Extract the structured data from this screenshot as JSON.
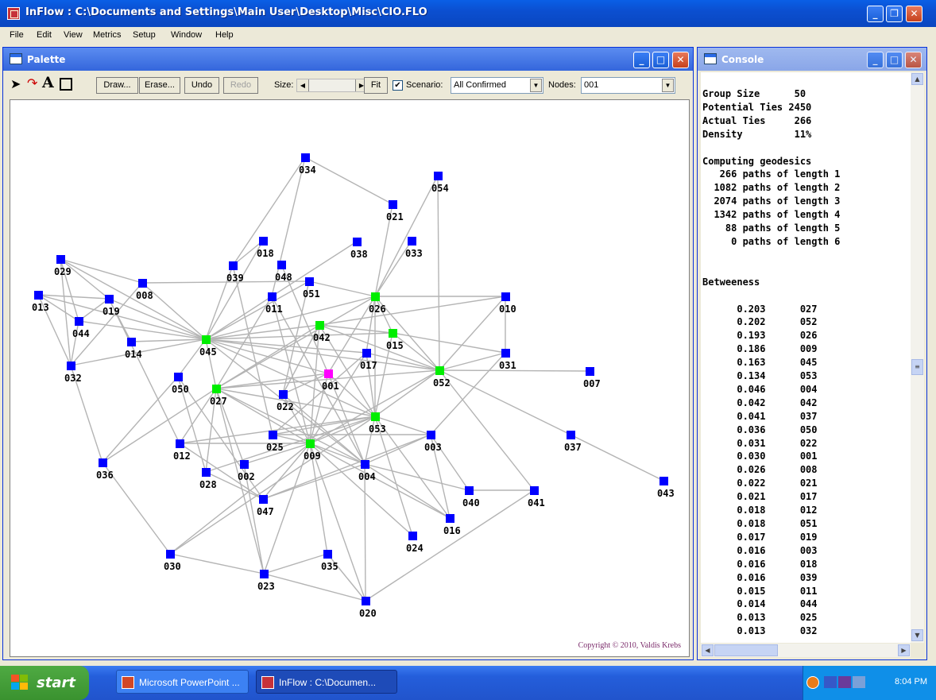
{
  "window": {
    "title": "InFlow : C:\\Documents and Settings\\Main User\\Desktop\\Misc\\CIO.FLO"
  },
  "menu": [
    "File",
    "Edit",
    "View",
    "Metrics",
    "Setup",
    "Window",
    "Help"
  ],
  "palette": {
    "title": "Palette",
    "toolbar": {
      "draw": "Draw...",
      "erase": "Erase...",
      "undo": "Undo",
      "redo": "Redo",
      "size_label": "Size:",
      "fit_label": "Fit",
      "fit_checked": true,
      "scenario_label": "Scenario:",
      "scenario_value": "All Confirmed",
      "nodes_label": "Nodes:",
      "nodes_value": "001"
    },
    "copyright": "Copyright © 2010, Valdis Krebs"
  },
  "network": {
    "nodes": [
      "034",
      "054",
      "021",
      "018",
      "038",
      "033",
      "029",
      "039",
      "048",
      "051",
      "026",
      "010",
      "013",
      "008",
      "019",
      "011",
      "042",
      "015",
      "044",
      "014",
      "045",
      "017",
      "031",
      "032",
      "001",
      "052",
      "007",
      "050",
      "027",
      "022",
      "053",
      "037",
      "012",
      "025",
      "009",
      "003",
      "036",
      "002",
      "004",
      "028",
      "040",
      "041",
      "043",
      "047",
      "016",
      "024",
      "030",
      "035",
      "023",
      "020"
    ],
    "highlight": {
      "selected": "001",
      "green": [
        "026",
        "042",
        "015",
        "045",
        "052",
        "027",
        "053",
        "009"
      ]
    },
    "colors": {
      "default": "#0000ff",
      "green": "#00ee00",
      "selected": "#ff00ff",
      "edge": "#b4b4b4"
    }
  },
  "console": {
    "title": "Console",
    "lines": [
      "Group Size      50",
      "Potential Ties 2450",
      "Actual Ties     266",
      "Density         11%",
      "",
      "Computing geodesics",
      "   266 paths of length 1",
      "  1082 paths of length 2",
      "  2074 paths of length 3",
      "  1342 paths of length 4",
      "    88 paths of length 5",
      "     0 paths of length 6",
      "",
      "",
      "Betweeness",
      "",
      "      0.203      027",
      "      0.202      052",
      "      0.193      026",
      "      0.186      009",
      "      0.163      045",
      "      0.134      053",
      "      0.046      004",
      "      0.042      042",
      "      0.041      037",
      "      0.036      050",
      "      0.031      022",
      "      0.030      001",
      "      0.026      008",
      "      0.022      021",
      "      0.021      017",
      "      0.018      012",
      "      0.018      051",
      "      0.017      019",
      "      0.016      003",
      "      0.016      018",
      "      0.016      039",
      "      0.015      011",
      "      0.014      044",
      "      0.013      025",
      "      0.013      032"
    ]
  },
  "taskbar": {
    "start": "start",
    "tasks": [
      "Microsoft PowerPoint ...",
      "InFlow : C:\\Documen..."
    ],
    "clock": "8:04 PM"
  }
}
